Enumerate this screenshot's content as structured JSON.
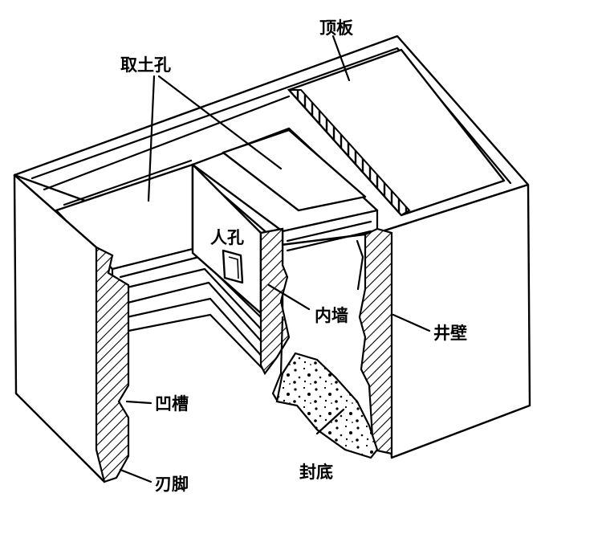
{
  "labels": {
    "top_slab": "顶板",
    "soil_hole": "取土孔",
    "manhole": "人孔",
    "inner_wall": "内墙",
    "well_wall": "井壁",
    "groove": "凹槽",
    "cutting_edge": "刃脚",
    "bottom_seal": "封底"
  }
}
